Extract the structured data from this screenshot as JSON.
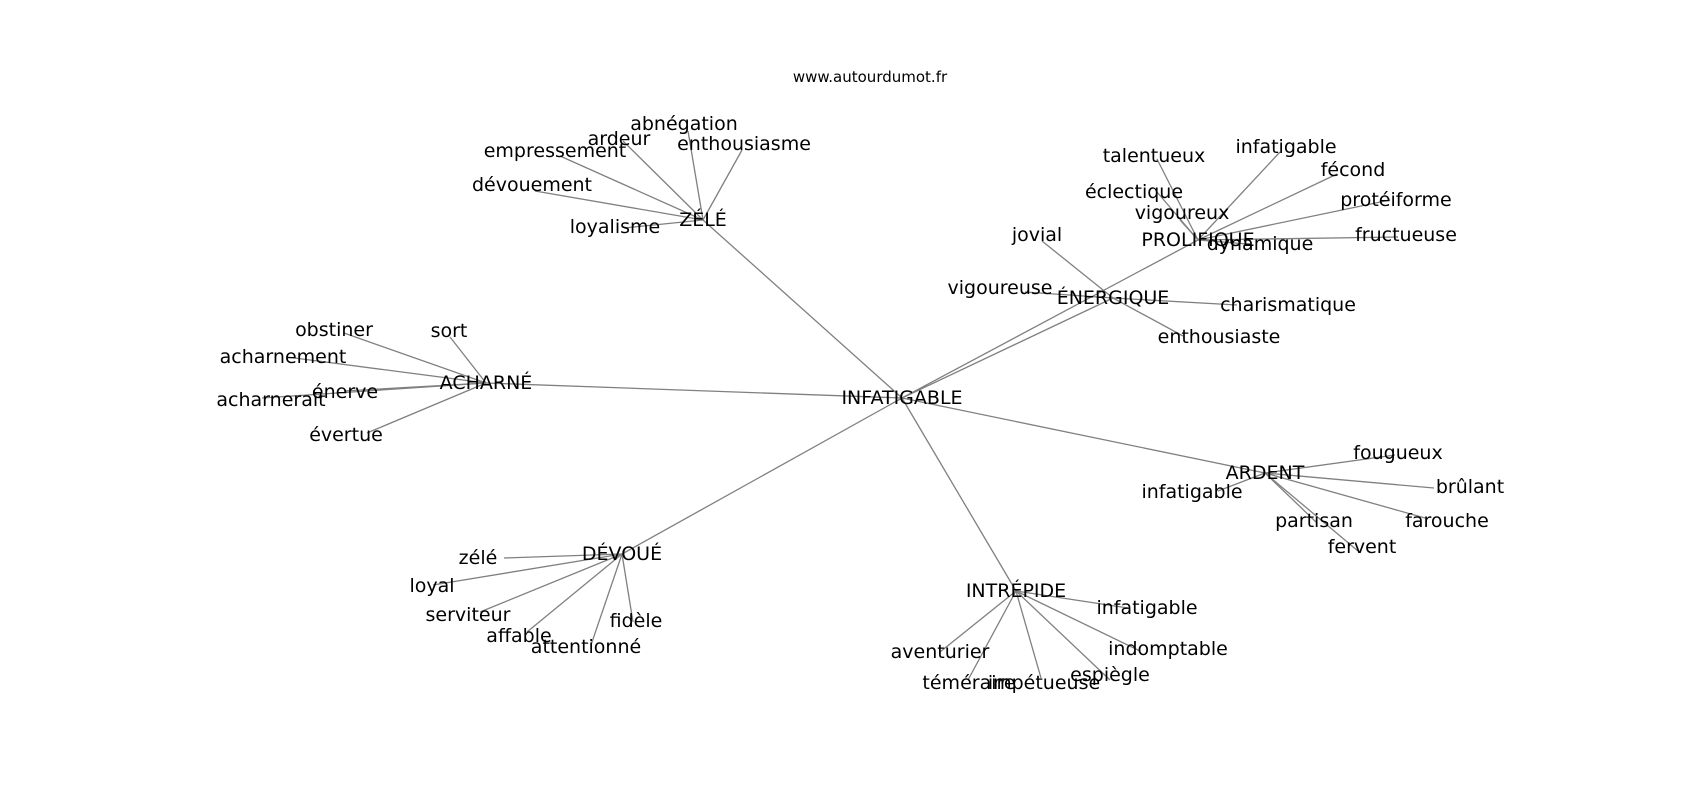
{
  "site_label": "www.autourdumot.fr",
  "colors": {
    "edge": "#808080",
    "text": "#000000",
    "background": "#ffffff"
  },
  "graph": {
    "center": "INFATIGABLE",
    "clusters": [
      {
        "hub": "ZÉLÉ",
        "words": [
          "abnégation",
          "ardeur",
          "enthousiasme",
          "empressement",
          "dévouement",
          "loyalisme"
        ]
      },
      {
        "hub": "ACHARNÉ",
        "words": [
          "obstiner",
          "sort",
          "acharnement",
          "énerve",
          "acharnerait",
          "évertue"
        ]
      },
      {
        "hub": "DÉVOUÉ",
        "words": [
          "zélé",
          "loyal",
          "serviteur",
          "affable",
          "attentionné",
          "fidèle"
        ]
      },
      {
        "hub": "INTRÉPIDE",
        "words": [
          "infatigable",
          "indomptable",
          "espiègle",
          "impétueuse",
          "téméraire",
          "aventurier"
        ]
      },
      {
        "hub": "ARDENT",
        "words": [
          "fougueux",
          "brûlant",
          "farouche",
          "fervent",
          "partisan",
          "infatigable"
        ]
      },
      {
        "hub": "ÉNERGIQUE",
        "words": [
          "jovial",
          "vigoureuse",
          "charismatique",
          "enthousiaste"
        ]
      },
      {
        "hub": "PROLIFIQUE",
        "words": [
          "talentueux",
          "infatigable",
          "fécond",
          "protéiforme",
          "fructueuse",
          "dynamique",
          "vigoureux",
          "éclectique"
        ]
      }
    ]
  }
}
